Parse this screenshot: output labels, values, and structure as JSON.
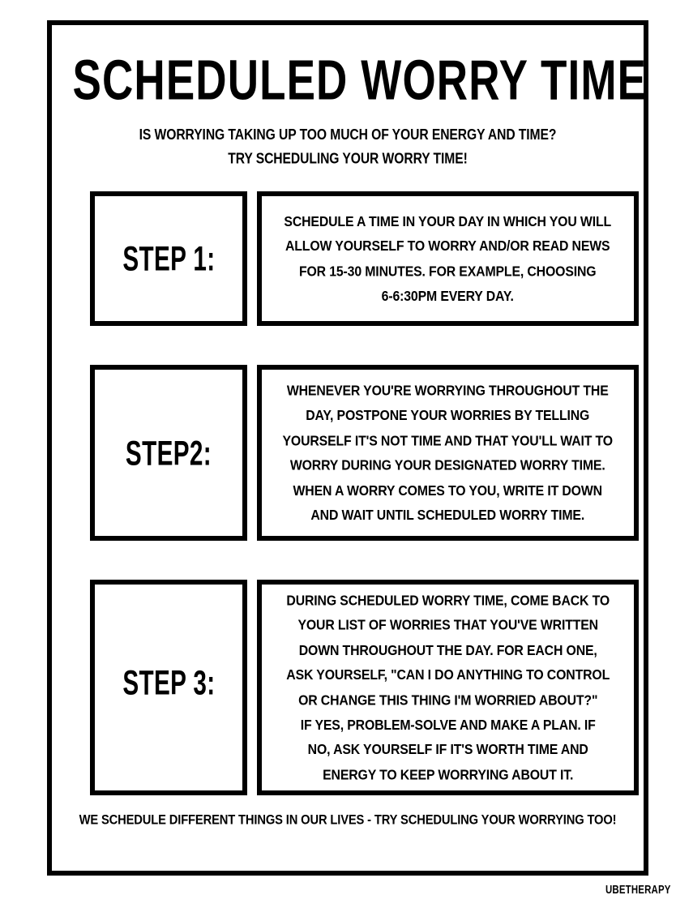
{
  "worksheet": {
    "title": "SCHEDULED WORRY TIME",
    "subtitle_lines": [
      "IS WORRYING TAKING UP TOO MUCH OF YOUR ENERGY AND TIME?",
      "TRY SCHEDULING YOUR WORRY TIME!"
    ],
    "footer_line": "WE SCHEDULE DIFFERENT THINGS IN OUR LIVES - TRY SCHEDULING YOUR WORRYING TOO!",
    "watermark": "UBETHERAPY",
    "steps": [
      {
        "label": "STEP 1:",
        "text_lines": [
          "SCHEDULE A TIME IN YOUR DAY IN WHICH YOU WILL",
          "ALLOW YOURSELF TO WORRY AND/OR READ NEWS",
          "FOR 15-30 MINUTES. FOR EXAMPLE, CHOOSING",
          "6-6:30PM EVERY DAY."
        ]
      },
      {
        "label": "STEP2:",
        "text_lines": [
          "WHENEVER YOU'RE WORRYING THROUGHOUT THE",
          "DAY, POSTPONE YOUR WORRIES BY TELLING",
          "YOURSELF IT'S NOT TIME AND THAT YOU'LL WAIT TO",
          "WORRY DURING YOUR DESIGNATED WORRY TIME.",
          "WHEN A WORRY COMES TO YOU, WRITE IT DOWN",
          "AND WAIT UNTIL SCHEDULED WORRY TIME."
        ]
      },
      {
        "label": "STEP 3:",
        "text_lines": [
          "DURING SCHEDULED WORRY TIME, COME BACK TO",
          "YOUR LIST OF WORRIES THAT YOU'VE WRITTEN",
          "DOWN THROUGHOUT THE DAY. FOR EACH ONE,",
          "ASK YOURSELF, \"CAN I DO ANYTHING TO CONTROL",
          "OR CHANGE THIS THING I'M WORRIED ABOUT?\"",
          "IF YES, PROBLEM-SOLVE AND MAKE A PLAN. IF",
          "NO, ASK YOURSELF IF IT'S WORTH TIME AND",
          "ENERGY TO KEEP WORRYING ABOUT IT."
        ]
      }
    ],
    "colors": {
      "ink": "#000000",
      "paper": "#ffffff"
    }
  }
}
